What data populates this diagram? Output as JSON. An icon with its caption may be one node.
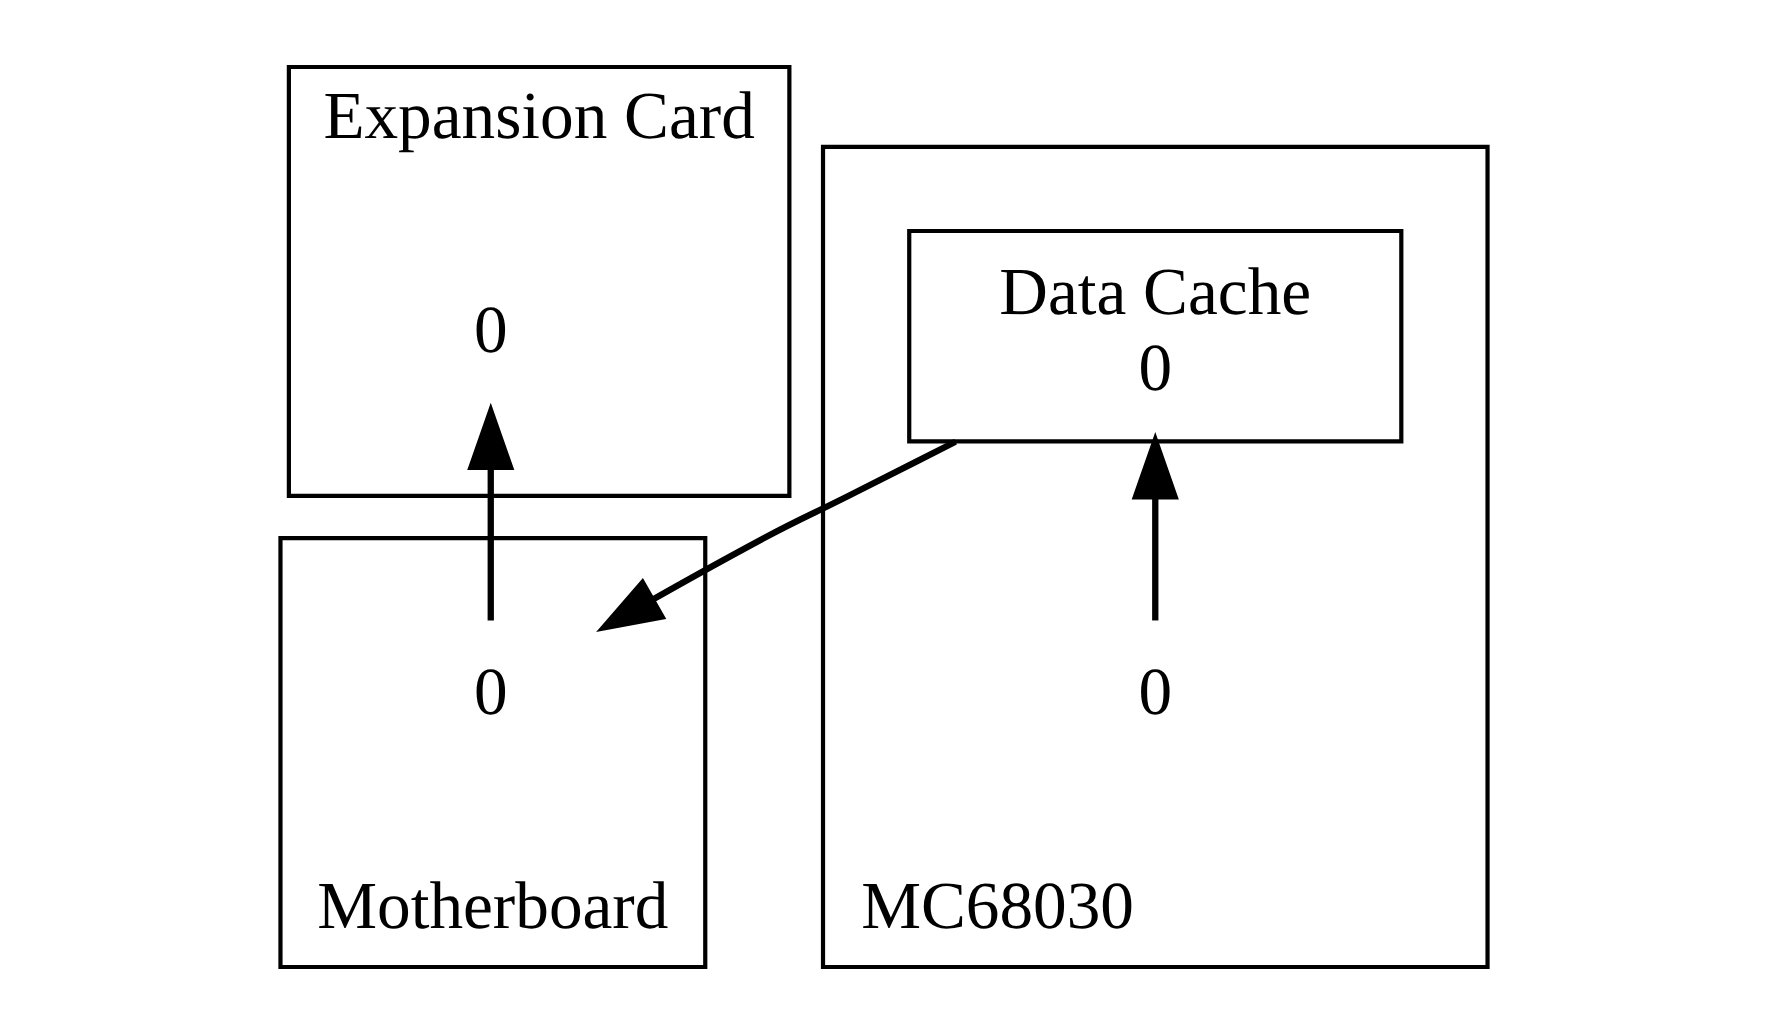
{
  "diagram": {
    "nodes": [
      {
        "text": [
          "Expansion Card"
        ]
      },
      {
        "text": [
          "0"
        ],
        "in": 0
      },
      {
        "text": [
          "Motherboard"
        ]
      },
      {
        "text": [
          "0"
        ],
        "in": 2
      },
      {
        "text": [
          "MC68030"
        ]
      },
      {
        "text": [
          "Data Cache",
          "0"
        ],
        "in": 4
      },
      {
        "text": [
          "0"
        ],
        "in": 4
      }
    ],
    "edges": [
      {
        "from": 3,
        "to": 1,
        "arrow": "to"
      },
      {
        "from": 5,
        "to": 3,
        "arrow": "to"
      },
      {
        "from": 6,
        "to": 5,
        "arrow": "to"
      }
    ]
  }
}
